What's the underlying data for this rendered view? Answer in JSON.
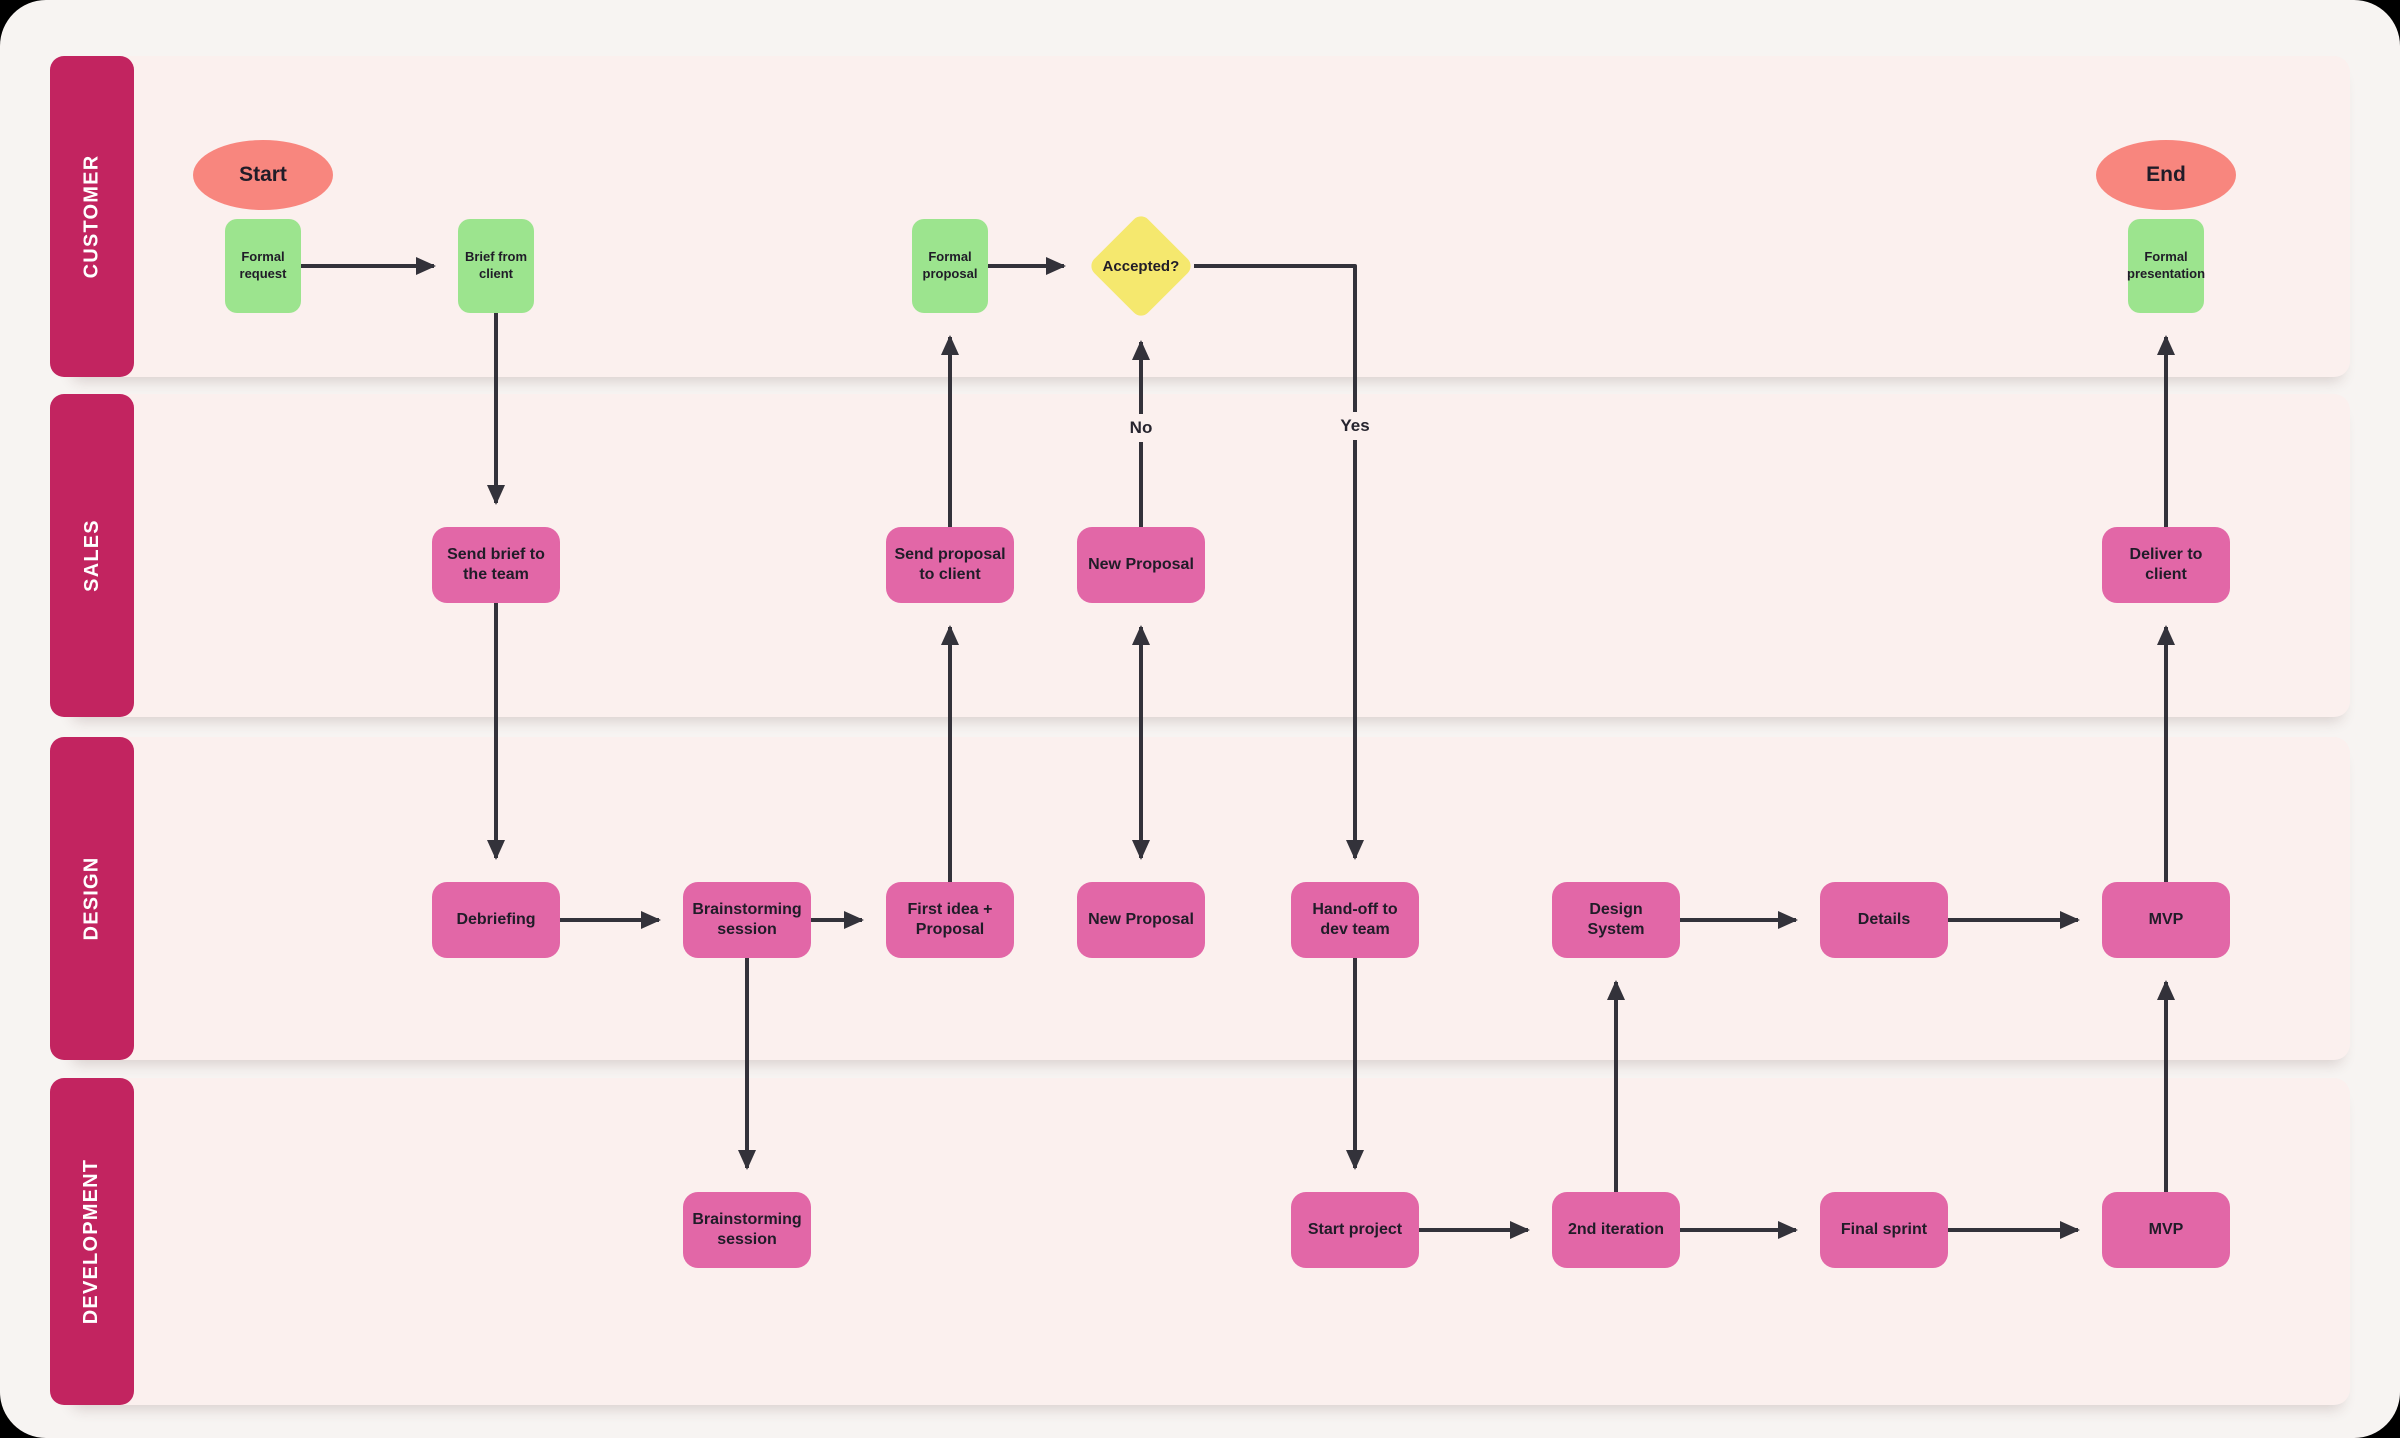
{
  "diagram": {
    "lanes": [
      {
        "name": "CUSTOMER"
      },
      {
        "name": "SALES"
      },
      {
        "name": "DESIGN"
      },
      {
        "name": "DEVELOPMENT"
      }
    ],
    "nodes": {
      "start": {
        "label": "Start",
        "type": "terminator",
        "lane": "CUSTOMER"
      },
      "formal_request": {
        "label": "Formal request",
        "type": "document",
        "lane": "CUSTOMER"
      },
      "brief_from_client": {
        "label": "Brief from client",
        "type": "document",
        "lane": "CUSTOMER"
      },
      "formal_proposal": {
        "label": "Formal proposal",
        "type": "document",
        "lane": "CUSTOMER"
      },
      "accepted": {
        "label": "Accepted?",
        "type": "decision",
        "lane": "CUSTOMER"
      },
      "formal_presentation": {
        "label": "Formal presentation",
        "type": "document",
        "lane": "CUSTOMER"
      },
      "end": {
        "label": "End",
        "type": "terminator",
        "lane": "CUSTOMER"
      },
      "send_brief": {
        "label": "Send brief to the team",
        "type": "process",
        "lane": "SALES"
      },
      "send_proposal": {
        "label": "Send proposal to client",
        "type": "process",
        "lane": "SALES"
      },
      "new_proposal_sales": {
        "label": "New Proposal",
        "type": "process",
        "lane": "SALES"
      },
      "deliver_to_client": {
        "label": "Deliver to client",
        "type": "process",
        "lane": "SALES"
      },
      "debriefing": {
        "label": "Debriefing",
        "type": "process",
        "lane": "DESIGN"
      },
      "brainstorming_design": {
        "label": "Brainstorming session",
        "type": "process",
        "lane": "DESIGN"
      },
      "first_idea": {
        "label": "First idea + Proposal",
        "type": "process",
        "lane": "DESIGN"
      },
      "new_proposal_design": {
        "label": "New Proposal",
        "type": "process",
        "lane": "DESIGN"
      },
      "handoff": {
        "label": "Hand-off to dev team",
        "type": "process",
        "lane": "DESIGN"
      },
      "design_system": {
        "label": "Design System",
        "type": "process",
        "lane": "DESIGN"
      },
      "details": {
        "label": "Details",
        "type": "process",
        "lane": "DESIGN"
      },
      "mvp_design": {
        "label": "MVP",
        "type": "process",
        "lane": "DESIGN"
      },
      "brainstorming_dev": {
        "label": "Brainstorming session",
        "type": "process",
        "lane": "DEVELOPMENT"
      },
      "start_project": {
        "label": "Start project",
        "type": "process",
        "lane": "DEVELOPMENT"
      },
      "second_iteration": {
        "label": "2nd iteration",
        "type": "process",
        "lane": "DEVELOPMENT"
      },
      "final_sprint": {
        "label": "Final sprint",
        "type": "process",
        "lane": "DEVELOPMENT"
      },
      "mvp_dev": {
        "label": "MVP",
        "type": "process",
        "lane": "DEVELOPMENT"
      }
    },
    "branch_labels": {
      "no": "No",
      "yes": "Yes"
    },
    "edges": [
      {
        "from": "formal_request",
        "to": "brief_from_client"
      },
      {
        "from": "brief_from_client",
        "to": "send_brief"
      },
      {
        "from": "send_brief",
        "to": "debriefing"
      },
      {
        "from": "debriefing",
        "to": "brainstorming_design"
      },
      {
        "from": "brainstorming_design",
        "to": "first_idea"
      },
      {
        "from": "brainstorming_design",
        "to": "brainstorming_dev"
      },
      {
        "from": "first_idea",
        "to": "send_proposal"
      },
      {
        "from": "send_proposal",
        "to": "formal_proposal"
      },
      {
        "from": "formal_proposal",
        "to": "accepted"
      },
      {
        "from": "new_proposal_sales",
        "to": "accepted",
        "label": "No"
      },
      {
        "from": "new_proposal_design",
        "to": "new_proposal_sales",
        "bidirectional": true
      },
      {
        "from": "accepted",
        "to": "handoff",
        "label": "Yes"
      },
      {
        "from": "handoff",
        "to": "start_project"
      },
      {
        "from": "start_project",
        "to": "second_iteration"
      },
      {
        "from": "second_iteration",
        "to": "design_system"
      },
      {
        "from": "second_iteration",
        "to": "final_sprint"
      },
      {
        "from": "design_system",
        "to": "details"
      },
      {
        "from": "details",
        "to": "mvp_design"
      },
      {
        "from": "final_sprint",
        "to": "mvp_dev"
      },
      {
        "from": "mvp_dev",
        "to": "mvp_design"
      },
      {
        "from": "mvp_design",
        "to": "deliver_to_client"
      },
      {
        "from": "deliver_to_client",
        "to": "formal_presentation"
      }
    ],
    "colors": {
      "canvas": "#f7f4f2",
      "lane_background": "#fbf0ee",
      "lane_bar": "#c22460",
      "process": "#e267a7",
      "document": "#9ce48e",
      "terminator": "#f8867e",
      "decision": "#f5e86e",
      "connector": "#33323a"
    }
  }
}
